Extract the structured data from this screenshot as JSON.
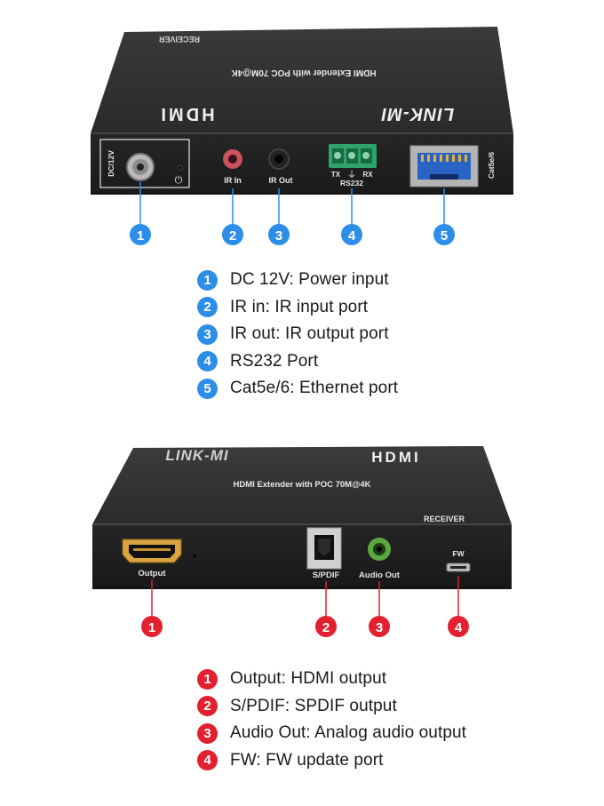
{
  "receiver_front": {
    "brand": "LINK-MI",
    "hdmi_logo": "HDMI",
    "model": "HDMI Extender with POC 70M@4K",
    "unit_type": "RECEIVER",
    "port_labels": {
      "dc": "DC/12V",
      "ir_in": "IR In",
      "ir_out": "IR Out",
      "rs232_tx": "TX",
      "rs232_rx": "RX",
      "rs232": "RS232",
      "cat": "Cat5e/6"
    },
    "callouts": [
      "1",
      "2",
      "3",
      "4",
      "5"
    ],
    "callout_color": "#2d8ee8",
    "legend": [
      {
        "num": "1",
        "text": "DC 12V: Power input"
      },
      {
        "num": "2",
        "text": "IR in: IR input port"
      },
      {
        "num": "3",
        "text": "IR out: IR output port"
      },
      {
        "num": "4",
        "text": "RS232 Port"
      },
      {
        "num": "5",
        "text": "Cat5e/6: Ethernet port"
      }
    ]
  },
  "receiver_back": {
    "brand": "LINK-MI",
    "hdmi_logo": "HDMI",
    "model": "HDMI Extender with POC 70M@4K",
    "unit_type": "RECEIVER",
    "port_labels": {
      "output": "Output",
      "spdif": "S/PDIF",
      "audio_out": "Audio Out",
      "fw": "FW"
    },
    "callouts": [
      "1",
      "2",
      "3",
      "4"
    ],
    "callout_color": "#e3202f",
    "legend": [
      {
        "num": "1",
        "text": "Output: HDMI output"
      },
      {
        "num": "2",
        "text": "S/PDIF: SPDIF output"
      },
      {
        "num": "3",
        "text": "Audio Out: Analog audio output"
      },
      {
        "num": "4",
        "text": "FW: FW update port"
      }
    ]
  }
}
